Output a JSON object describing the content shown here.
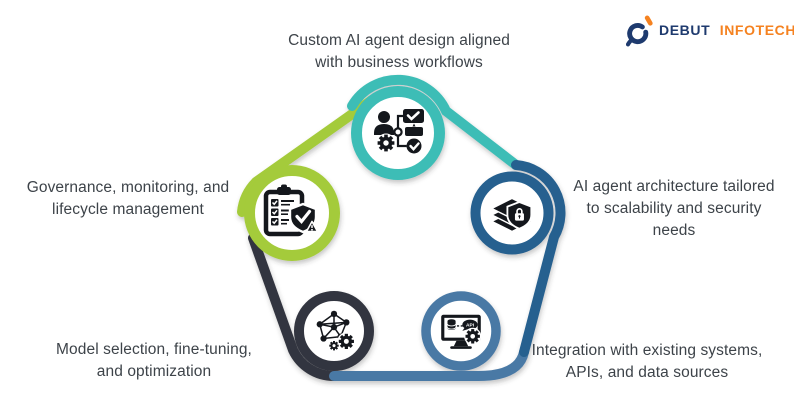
{
  "logo": {
    "name": "Debut Infotech logo",
    "word1": "DEBUT",
    "word2": "INFOTECH",
    "navy": "#1E3A6E",
    "orange": "#F58220"
  },
  "text_color": "#3D4349",
  "diagram": {
    "type": "pentagon-cycle-infographic",
    "topic": "Custom AI agent development services",
    "nodes": [
      {
        "id": "custom-design",
        "position": "top",
        "color": "#3EBDB6",
        "icon": "agent-workflow-icon",
        "lines": [
          "Custom AI agent design aligned",
          "with business workflows"
        ]
      },
      {
        "id": "architecture-security",
        "position": "right",
        "color": "#26618F",
        "icon": "layered-shield-lock-icon",
        "lines": [
          "AI agent architecture tailored",
          "to scalability and security",
          "needs"
        ]
      },
      {
        "id": "integration",
        "position": "bottom-right",
        "color": "#4A79A5",
        "icon": "monitor-api-gear-icon",
        "lines": [
          "Integration with existing systems,",
          "APIs, and data sources"
        ]
      },
      {
        "id": "model-selection",
        "position": "bottom-left",
        "color": "#33353F",
        "icon": "neural-network-gear-icon",
        "lines": [
          "Model selection, fine-tuning,",
          "and optimization"
        ]
      },
      {
        "id": "governance",
        "position": "left",
        "color": "#A4CB3A",
        "icon": "clipboard-shield-check-icon",
        "lines": [
          "Governance, monitoring, and",
          "lifecycle management"
        ]
      }
    ]
  }
}
